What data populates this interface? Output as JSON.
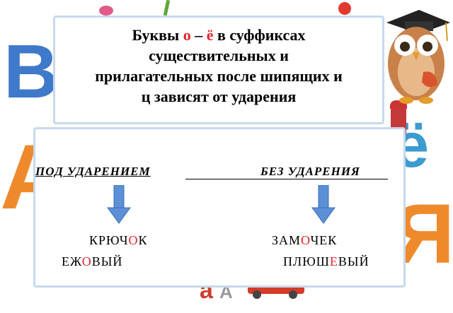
{
  "title": {
    "part1": "Буквы ",
    "letter_o": "о",
    "dash": " – ",
    "letter_yo": "ё",
    "part2": " в суффиксах",
    "line2": "существительных и",
    "line3": "прилагательных после шипящих и",
    "line4": "ц зависят от ударения"
  },
  "columns": {
    "stressed_label": "ПОД УДАРЕНИЕМ",
    "unstressed_label": "БЕЗ УДАРЕНИЯ"
  },
  "examples": {
    "stressed": [
      {
        "pre": "КРЮЧ",
        "vowel": "О",
        "post": "К"
      },
      {
        "pre": "ЕЖ",
        "vowel": "О",
        "post": "ВЫЙ"
      }
    ],
    "unstressed": [
      {
        "pre": "ЗАМ",
        "vowel": "О",
        "post": "ЧЕК"
      },
      {
        "pre": "ПЛЮШ",
        "vowel": "Е",
        "post": "ВЫЙ"
      }
    ]
  },
  "background_letters": [
    "В",
    "А",
    "ё",
    "Я",
    "a",
    "A"
  ],
  "colors": {
    "accent_red": "#e8222a",
    "arrow_blue": "#5b8fd6",
    "panel_border": "#c7d9ec",
    "letter_blue": "#3f79c9",
    "letter_orange": "#ef8a2c",
    "letter_teal": "#3c9bd0"
  },
  "icons": [
    "owl-with-graduation-cap",
    "arrow-down-icon"
  ]
}
